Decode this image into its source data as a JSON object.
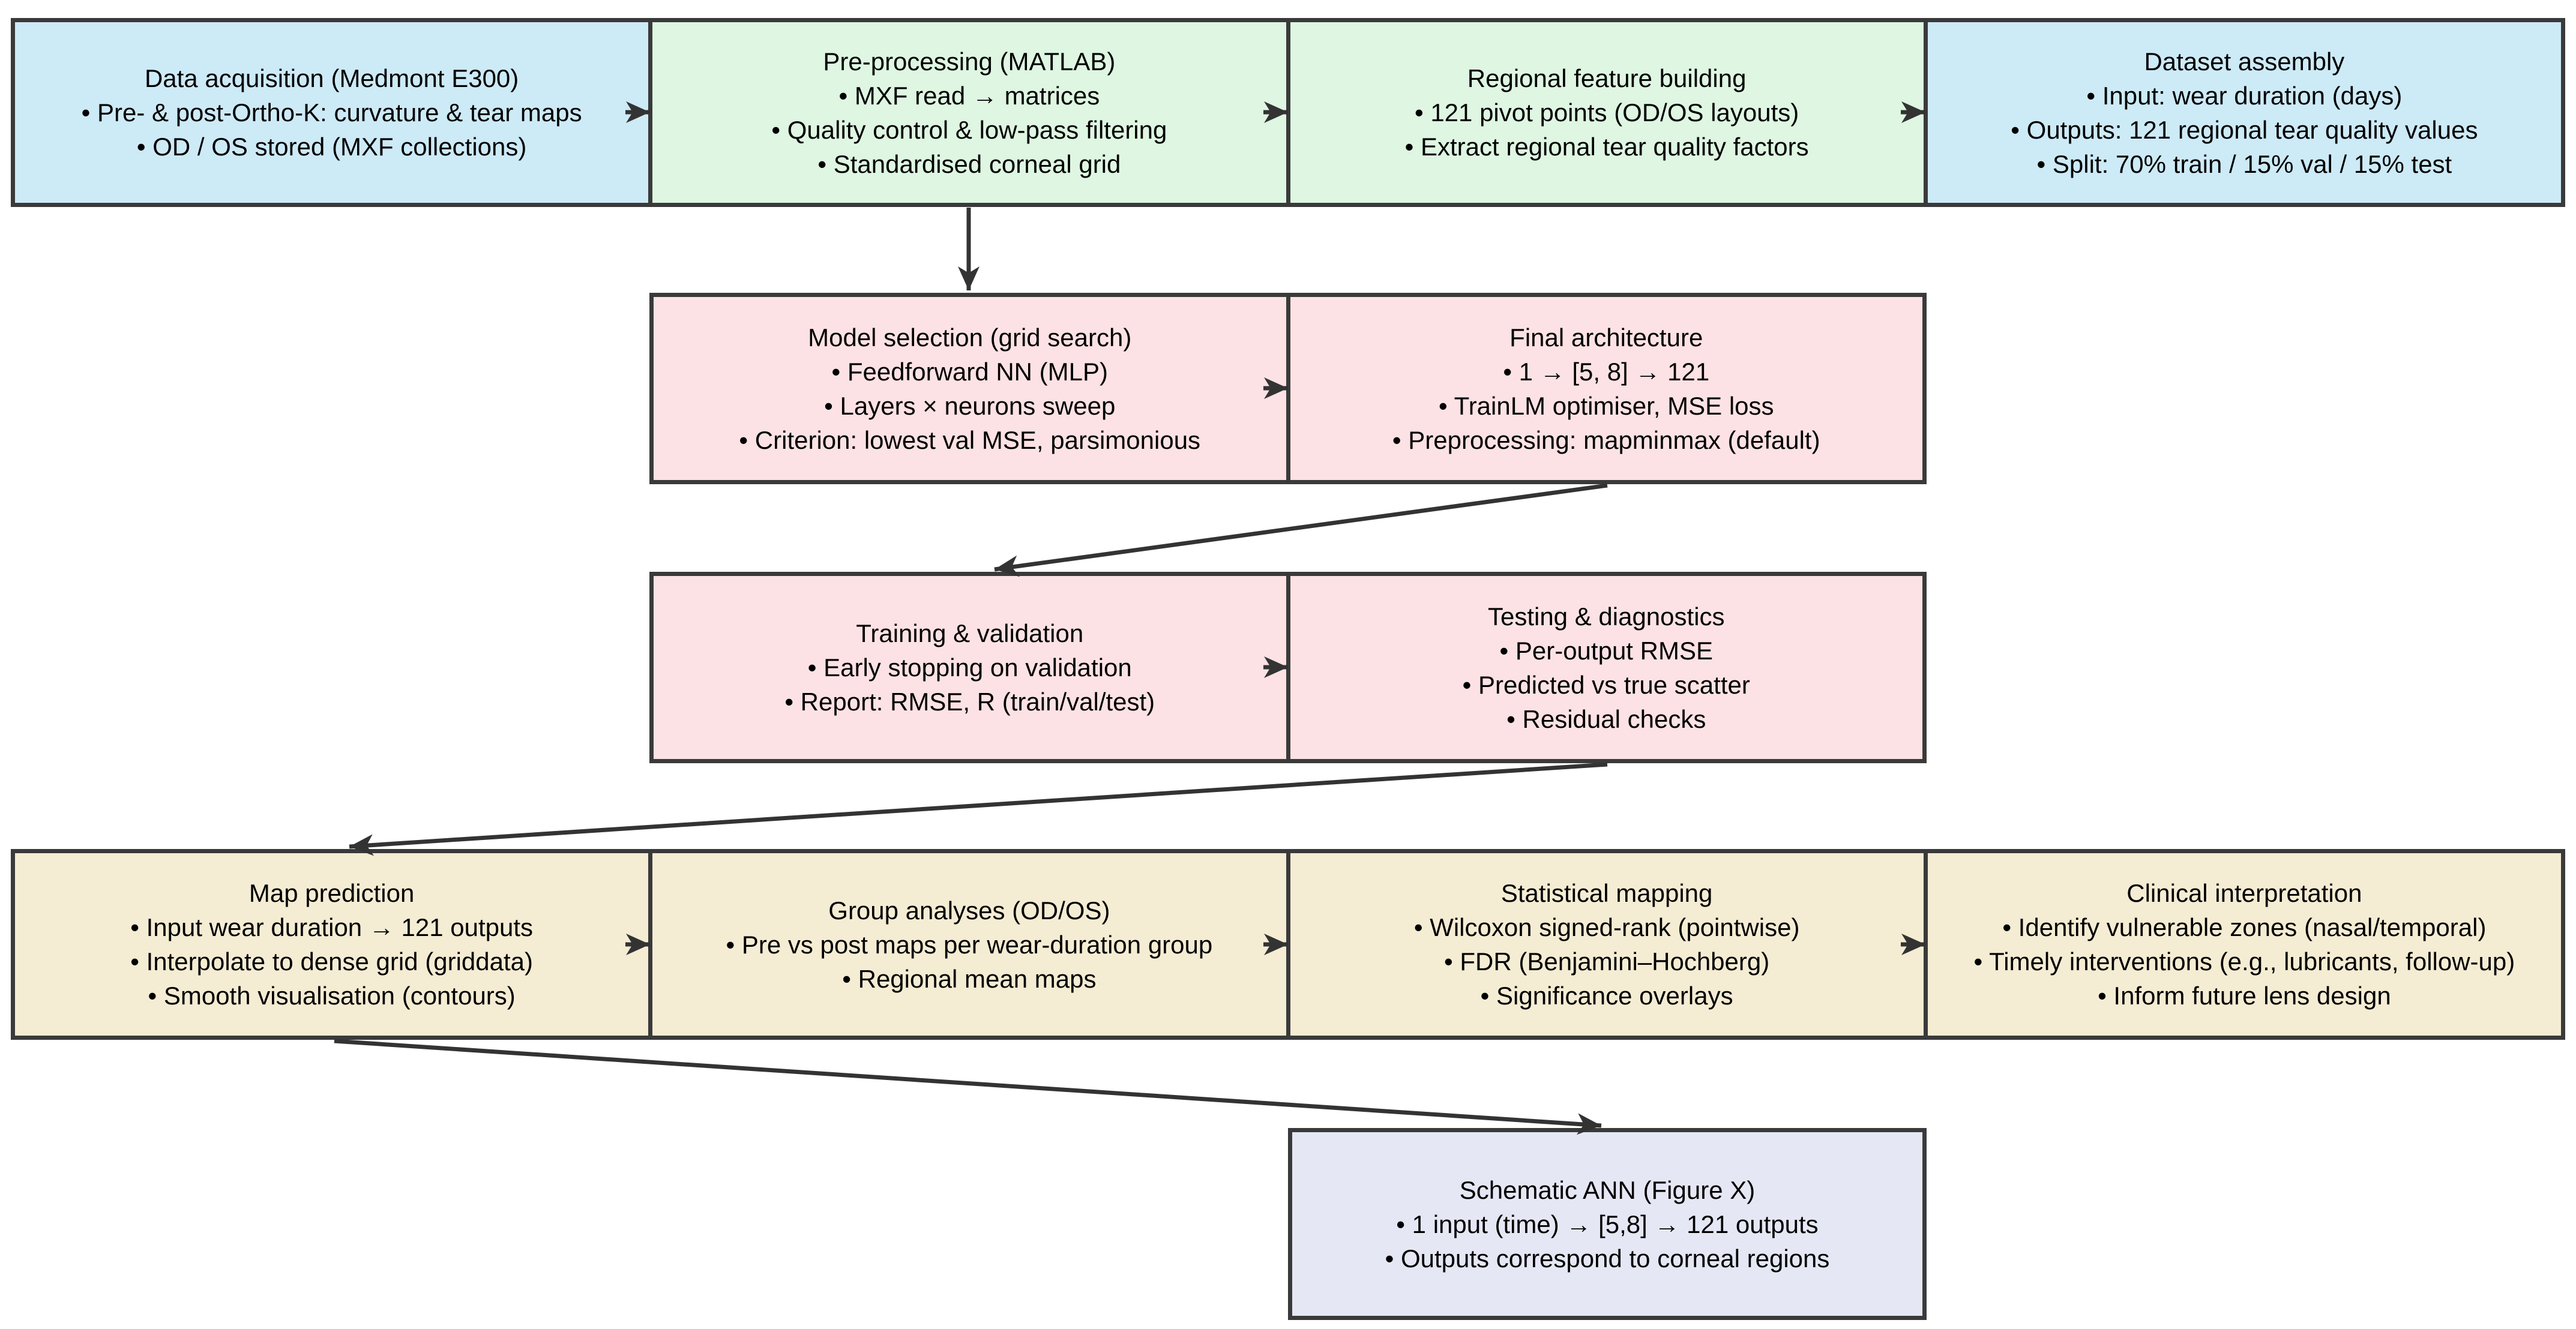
{
  "colors": {
    "background": "#ffffff",
    "text": "#000000",
    "border": "#3a3a3a",
    "arrow": "#333333",
    "box-blue": "#cdeaf7",
    "box-green": "#def6e2",
    "box-pink": "#fce2e4",
    "box-beige": "#f4ecd3",
    "box-lavender": "#e5e7f4"
  },
  "flow": {
    "rows": [
      {
        "boxes": [
          {
            "id": "data-acquisition",
            "color": "blue",
            "lines": [
              "Data acquisition (Medmont E300)",
              "• Pre- & post-Ortho-K: curvature & tear maps",
              "• OD / OS stored (MXF collections)"
            ]
          },
          {
            "id": "pre-processing",
            "color": "green",
            "lines": [
              "Pre-processing (MATLAB)",
              "• MXF read → matrices",
              "• Quality control & low-pass filtering",
              "• Standardised corneal grid"
            ]
          },
          {
            "id": "regional-feature-building",
            "color": "green",
            "lines": [
              "Regional feature building",
              "• 121 pivot points (OD/OS layouts)",
              "• Extract regional tear quality factors"
            ]
          },
          {
            "id": "dataset-assembly",
            "color": "blue",
            "lines": [
              "Dataset assembly",
              "• Input: wear duration (days)",
              "• Outputs: 121 regional tear quality values",
              "• Split: 70% train / 15% val / 15% test"
            ]
          }
        ]
      },
      {
        "boxes": [
          {
            "id": "model-selection",
            "color": "pink",
            "lines": [
              "Model selection (grid search)",
              "• Feedforward NN (MLP)",
              "• Layers × neurons sweep",
              "• Criterion: lowest val MSE, parsimonious"
            ]
          },
          {
            "id": "final-architecture",
            "color": "pink",
            "lines": [
              "Final architecture",
              "• 1 → [5, 8] → 121",
              "• TrainLM optimiser, MSE loss",
              "• Preprocessing: mapminmax (default)"
            ]
          }
        ]
      },
      {
        "boxes": [
          {
            "id": "training-validation",
            "color": "pink",
            "lines": [
              "Training & validation",
              "• Early stopping on validation",
              "• Report: RMSE, R (train/val/test)"
            ]
          },
          {
            "id": "testing-diagnostics",
            "color": "pink",
            "lines": [
              "Testing & diagnostics",
              "• Per-output RMSE",
              "• Predicted vs true scatter",
              "• Residual checks"
            ]
          }
        ]
      },
      {
        "boxes": [
          {
            "id": "map-prediction",
            "color": "beige",
            "lines": [
              "Map prediction",
              "• Input wear duration → 121 outputs",
              "• Interpolate to dense grid (griddata)",
              "• Smooth visualisation (contours)"
            ]
          },
          {
            "id": "group-analyses",
            "color": "beige",
            "lines": [
              "Group analyses (OD/OS)",
              "• Pre vs post maps per wear-duration group",
              "• Regional mean maps"
            ]
          },
          {
            "id": "statistical-mapping",
            "color": "beige",
            "lines": [
              "Statistical mapping",
              "• Wilcoxon signed-rank (pointwise)",
              "• FDR (Benjamini–Hochberg)",
              "• Significance overlays"
            ]
          },
          {
            "id": "clinical-interpretation",
            "color": "beige",
            "lines": [
              "Clinical interpretation",
              "• Identify vulnerable zones (nasal/temporal)",
              "• Timely interventions (e.g., lubricants, follow-up)",
              "• Inform future lens design"
            ]
          }
        ]
      },
      {
        "boxes": [
          {
            "id": "schematic-ann",
            "color": "lavender",
            "lines": [
              "Schematic ANN (Figure X)",
              "• 1 input (time) → [5,8] → 121 outputs",
              "• Outputs correspond to corneal regions"
            ]
          }
        ]
      }
    ],
    "arrows": [
      {
        "from": "data-acquisition",
        "to": "pre-processing",
        "type": "horizontal"
      },
      {
        "from": "pre-processing",
        "to": "regional-feature-building",
        "type": "horizontal"
      },
      {
        "from": "regional-feature-building",
        "to": "dataset-assembly",
        "type": "horizontal"
      },
      {
        "from": "pre-processing",
        "to": "model-selection",
        "type": "vertical"
      },
      {
        "from": "model-selection",
        "to": "final-architecture",
        "type": "horizontal"
      },
      {
        "from": "final-architecture",
        "to": "training-validation",
        "type": "diagonal"
      },
      {
        "from": "training-validation",
        "to": "testing-diagnostics",
        "type": "horizontal"
      },
      {
        "from": "testing-diagnostics",
        "to": "map-prediction",
        "type": "diagonal"
      },
      {
        "from": "map-prediction",
        "to": "group-analyses",
        "type": "horizontal"
      },
      {
        "from": "group-analyses",
        "to": "statistical-mapping",
        "type": "horizontal"
      },
      {
        "from": "statistical-mapping",
        "to": "clinical-interpretation",
        "type": "horizontal"
      },
      {
        "from": "map-prediction",
        "to": "schematic-ann",
        "type": "diagonal"
      }
    ]
  }
}
